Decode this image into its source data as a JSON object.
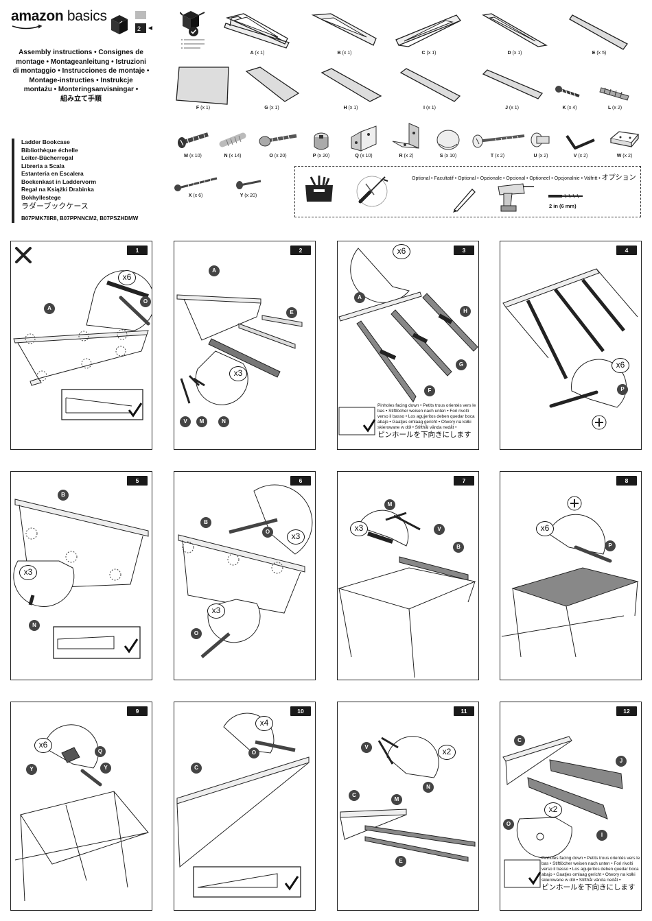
{
  "header": {
    "brand_bold": "amazon",
    "brand_light": " basics",
    "title_lines": [
      "Assembly instructions • Consignes de",
      "montage • Montageanleitung • Istruzioni",
      "di montaggio • Instrucciones de montaje •",
      "Montage-instructies • Instrukcje",
      "montażu • Monteringsanvisningar •",
      "組み立て手順"
    ],
    "product_names": [
      "Ladder Bookcase",
      "Bibliothèque échelle",
      "Leiter-Bücherregal",
      "Libreria a Scala",
      "Estantería en Escalera",
      "Boekenkast in Laddervorm",
      "Regał na Książki Drabinka",
      "Bokhyllestege"
    ],
    "product_name_ja": "ラダーブックケース",
    "product_codes": "B07PMK78R8, B07PPNNCM2, B07PSZHDMW"
  },
  "parts": [
    {
      "id": "A",
      "qty": "(x 1)"
    },
    {
      "id": "B",
      "qty": "(x 1)"
    },
    {
      "id": "C",
      "qty": "(x 1)"
    },
    {
      "id": "D",
      "qty": "(x 1)"
    },
    {
      "id": "E",
      "qty": "(x 5)"
    },
    {
      "id": "F",
      "qty": "(x 1)"
    },
    {
      "id": "G",
      "qty": "(x 1)"
    },
    {
      "id": "H",
      "qty": "(x 1)"
    },
    {
      "id": "I",
      "qty": "(x 1)"
    },
    {
      "id": "J",
      "qty": "(x 1)"
    },
    {
      "id": "K",
      "qty": "(x 4)"
    },
    {
      "id": "L",
      "qty": "(x 2)"
    },
    {
      "id": "M",
      "qty": "(x 10)"
    },
    {
      "id": "N",
      "qty": "(x 14)"
    },
    {
      "id": "O",
      "qty": "(x 20)"
    },
    {
      "id": "P",
      "qty": "(x 20)"
    },
    {
      "id": "Q",
      "qty": "(x 10)"
    },
    {
      "id": "R",
      "qty": "(x 2)"
    },
    {
      "id": "S",
      "qty": "(x 10)"
    },
    {
      "id": "T",
      "qty": "(x 2)"
    },
    {
      "id": "U",
      "qty": "(x 2)"
    },
    {
      "id": "V",
      "qty": "(x 2)"
    },
    {
      "id": "W",
      "qty": "(x 2)"
    },
    {
      "id": "X",
      "qty": "(x 6)"
    },
    {
      "id": "Y",
      "qty": "(x 20)"
    }
  ],
  "tools": {
    "optional_text": "Optional • Facultatif • Optional • Opzionale • Opcional • Optioneel • Opcjonalnie • Valfritt • ",
    "optional_ja": "オプション",
    "drill_bit": "2 in (6 mm)"
  },
  "steps": [
    {
      "num": "1",
      "callouts": [
        "O",
        "A"
      ],
      "qty": "x6"
    },
    {
      "num": "2",
      "callouts": [
        "A",
        "E",
        "V",
        "M",
        "N"
      ],
      "qty": "x3"
    },
    {
      "num": "3",
      "callouts": [
        "A",
        "H",
        "G",
        "F"
      ],
      "qty": "x6"
    },
    {
      "num": "4",
      "callouts": [
        "P"
      ],
      "qty": "x6"
    },
    {
      "num": "5",
      "callouts": [
        "B",
        "N"
      ],
      "qty": "x3"
    },
    {
      "num": "6",
      "callouts": [
        "B",
        "O",
        "O"
      ],
      "qty": "x3",
      "qty2": "x3"
    },
    {
      "num": "7",
      "callouts": [
        "M",
        "V",
        "B"
      ],
      "qty": "x3"
    },
    {
      "num": "8",
      "callouts": [
        "P"
      ],
      "qty": "x6"
    },
    {
      "num": "9",
      "callouts": [
        "Q",
        "Y",
        "Y"
      ],
      "qty": "x6"
    },
    {
      "num": "10",
      "callouts": [
        "C",
        "O"
      ],
      "qty": "x4"
    },
    {
      "num": "11",
      "callouts": [
        "V",
        "C",
        "M",
        "N",
        "E"
      ],
      "qty": "x2"
    },
    {
      "num": "12",
      "callouts": [
        "C",
        "J",
        "O",
        "I"
      ],
      "qty": "x2"
    }
  ],
  "pinhole_note": "Pinholes facing down • Petits trous orientés vers le bas • Stiftlöcher weisen nach unten • Fori rivolti verso il basso • Los agujeritos deben quedar boca abajo • Gaatjes omlaag gericht • Otwory na kołki skierowane w dół • Stifthål vända nedåt •",
  "pinhole_note_ja": "ピンホールを下向きにします"
}
